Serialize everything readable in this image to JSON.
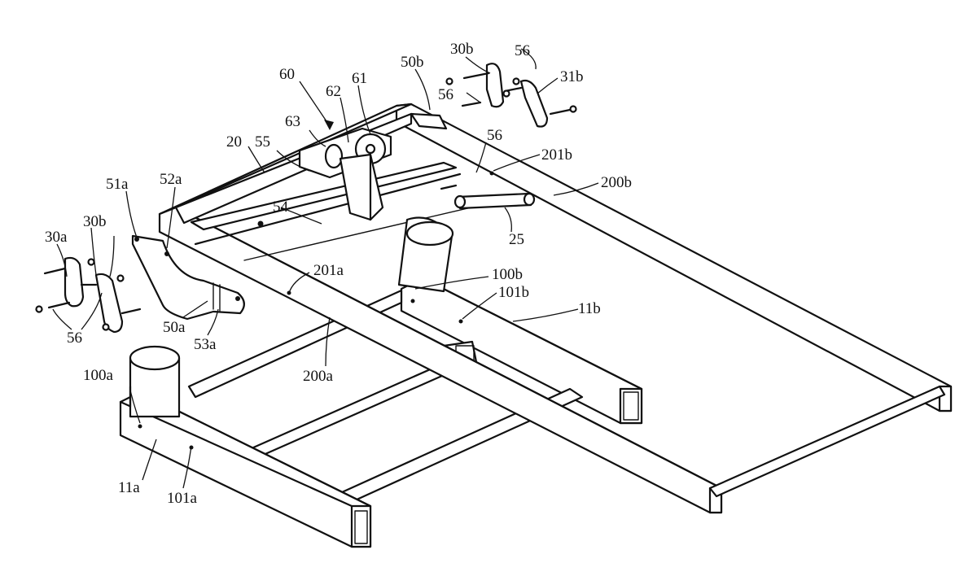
{
  "labels": {
    "l60": "60",
    "l62": "62",
    "l61": "61",
    "l63": "63",
    "l50b_top": "50b",
    "l30b_top": "30b",
    "l56_top": "56",
    "l31b": "31b",
    "l56_mid": "56",
    "l20": "20",
    "l55": "55",
    "l56_right": "56",
    "l201b": "201b",
    "l200b": "200b",
    "l51a": "51a",
    "l52a": "52a",
    "l54": "54",
    "l25": "25",
    "l30a": "30a",
    "l30b_left": "30b",
    "l56_left": "56",
    "l201a": "201a",
    "l100b": "100b",
    "l101b": "101b",
    "l11b": "11b",
    "l50a": "50a",
    "l53a": "53a",
    "l200a": "200a",
    "l100a": "100a",
    "l11a": "11a",
    "l101a": "101a"
  }
}
